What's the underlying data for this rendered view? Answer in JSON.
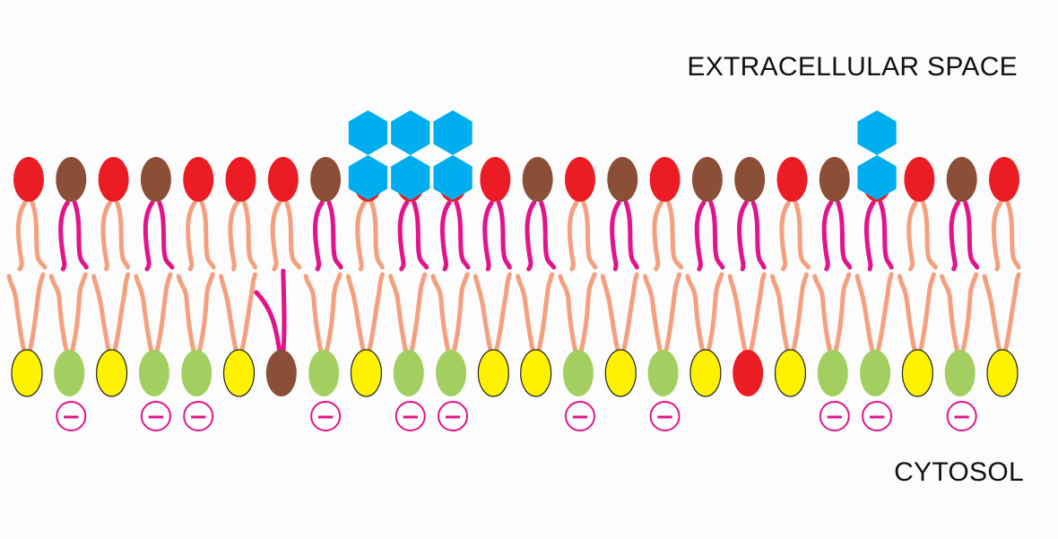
{
  "labels": {
    "extracellular": "EXTRACELLULAR SPACE",
    "cytosol": "CYTOSOL"
  },
  "colors": {
    "background": "#fcfcfc",
    "head_red": "#ec1c24",
    "head_brown": "#8b4f37",
    "head_yellow": "#fff200",
    "head_green": "#a2cf5f",
    "tail_salmon": "#f4a07e",
    "tail_magenta": "#e3138b",
    "glycan_blue": "#00aeef",
    "charge_magenta": "#e3138b",
    "outline": "#222222"
  },
  "outer_leaflet": [
    "red",
    "brown",
    "red",
    "brown",
    "red",
    "red",
    "red",
    "brown",
    "red",
    "red",
    "red",
    "red",
    "brown",
    "red",
    "brown",
    "red",
    "brown",
    "brown",
    "red",
    "brown",
    "red",
    "red",
    "brown",
    "red"
  ],
  "outer_tails": [
    "salmon",
    "magenta",
    "salmon",
    "magenta",
    "salmon",
    "salmon",
    "salmon",
    "magenta",
    "salmon",
    "magenta",
    "magenta",
    "magenta",
    "magenta",
    "salmon",
    "magenta",
    "salmon",
    "magenta",
    "magenta",
    "salmon",
    "magenta",
    "magenta",
    "salmon",
    "magenta",
    "salmon"
  ],
  "outer_glycans": [
    0,
    0,
    0,
    0,
    0,
    0,
    0,
    0,
    2,
    2,
    2,
    0,
    0,
    0,
    0,
    0,
    0,
    0,
    0,
    0,
    2,
    0,
    0,
    0
  ],
  "inner_leaflet": [
    "yellow",
    "green",
    "yellow",
    "green",
    "green",
    "yellow",
    "brown",
    "green",
    "yellow",
    "green",
    "green",
    "yellow",
    "yellow",
    "green",
    "yellow",
    "green",
    "yellow",
    "red",
    "yellow",
    "green",
    "green",
    "yellow",
    "green",
    "yellow"
  ],
  "inner_tails": [
    "salmon",
    "salmon",
    "salmon",
    "salmon",
    "salmon",
    "salmon",
    "magenta",
    "salmon",
    "salmon",
    "salmon",
    "salmon",
    "salmon",
    "salmon",
    "salmon",
    "salmon",
    "salmon",
    "salmon",
    "salmon",
    "salmon",
    "salmon",
    "salmon",
    "salmon",
    "salmon",
    "salmon"
  ],
  "inner_charged": [
    false,
    true,
    false,
    true,
    true,
    false,
    false,
    true,
    false,
    true,
    true,
    false,
    false,
    true,
    false,
    true,
    false,
    false,
    false,
    true,
    true,
    false,
    true,
    false
  ],
  "charge_symbol": "−"
}
